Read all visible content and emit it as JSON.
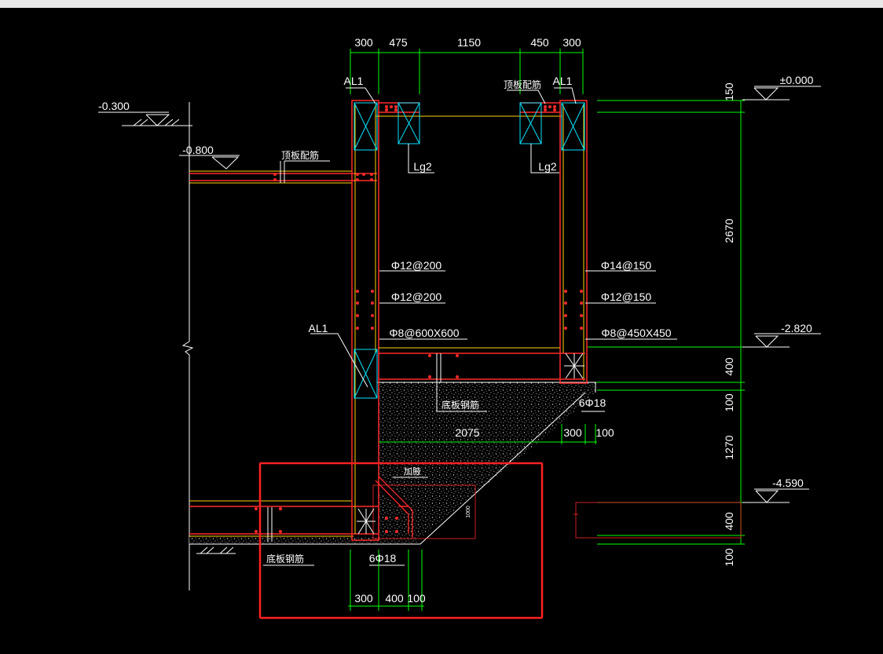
{
  "colors": {
    "background": "#000000",
    "wall": "#ff2a2a",
    "inner": "#ffd400",
    "dimension": "#00ff00",
    "annotation": "#ffffff",
    "column": "#00e5ff",
    "highlight": "#ff2222"
  },
  "dims": {
    "top": [
      "300",
      "475",
      "1150",
      "450",
      "300"
    ],
    "right": [
      "150",
      "2670",
      "400",
      "100",
      "1270",
      "400",
      "100"
    ],
    "bottom": [
      "300",
      "400",
      "100"
    ],
    "footing_width": "2075",
    "footing_offset": [
      "300",
      "100"
    ],
    "haunch_height": "1000"
  },
  "elevations": {
    "ground_left": "-0.300",
    "slab_top_left": "-0.800",
    "top_right": "±0.000",
    "mid_right": "-2.820",
    "low_right": "-4.590"
  },
  "labels": {
    "al1_top_left": "AL1",
    "al1_top_right": "AL1",
    "al1_mid": "AL1",
    "lg2_left": "Lg2",
    "lg2_right": "Lg2",
    "top_slab_rebar_right": "顶板配筋",
    "top_slab_rebar_left": "顶板配筋",
    "bottom_slab_rebar_mid": "底板钢筋",
    "bottom_slab_rebar_low": "底板钢筋",
    "haunch": "加腋"
  },
  "rebar": {
    "left": [
      "Φ12@200",
      "Φ12@200",
      "Φ8@600X600"
    ],
    "right": [
      "Φ14@150",
      "Φ12@150",
      "Φ8@450X450"
    ],
    "bar_upper": "6Φ18",
    "bar_lower": "6Φ18"
  }
}
